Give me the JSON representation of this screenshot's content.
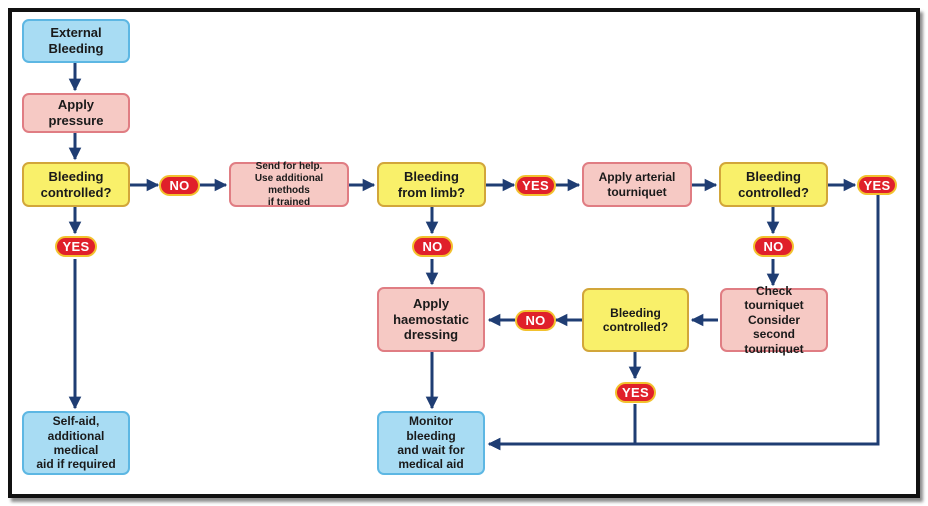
{
  "colors": {
    "arrow": "#1f3d73",
    "badge_fill": "#e0202a",
    "badge_border": "#f2c12e",
    "start_fill": "#a8dcf3",
    "action_fill": "#f6c9c4",
    "decision_fill": "#f9f06a"
  },
  "nodes": {
    "external_bleeding": "External\nBleeding",
    "apply_pressure": "Apply\npressure",
    "bleeding_controlled_1": "Bleeding\ncontrolled?",
    "send_for_help": "Send for help.\nUse additional methods\nif trained",
    "bleeding_from_limb": "Bleeding\nfrom limb?",
    "apply_tourniquet": "Apply arterial\ntourniquet",
    "bleeding_controlled_2": "Bleeding\ncontrolled?",
    "check_tourniquet": "Check tourniquet\nConsider second\ntourniquet",
    "bleeding_controlled_3": "Bleeding\ncontrolled?",
    "apply_dressing": "Apply\nhaemostatic\ndressing",
    "self_aid": "Self-aid,\nadditional medical\naid if required",
    "monitor_bleeding": "Monitor bleeding\nand wait for\nmedical aid"
  },
  "badges": {
    "no_1": "NO",
    "yes_1": "YES",
    "no_2": "NO",
    "yes_2": "YES",
    "yes_3": "YES",
    "no_3": "NO",
    "no_4": "NO",
    "yes_4": "YES"
  }
}
